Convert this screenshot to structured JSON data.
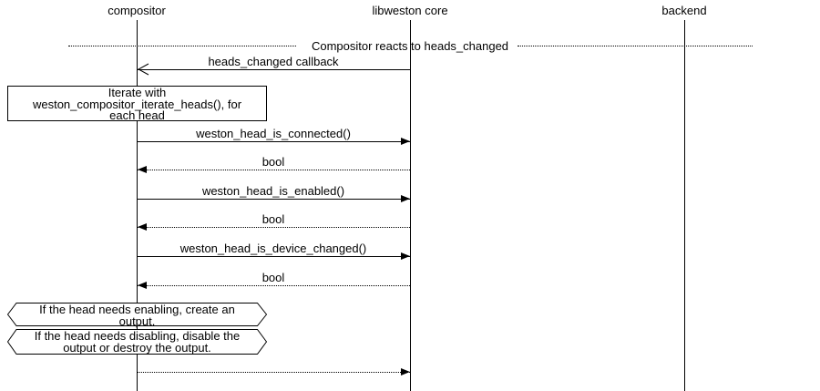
{
  "participants": [
    {
      "label": "compositor"
    },
    {
      "label": "libweston core"
    },
    {
      "label": "backend"
    }
  ],
  "divider": {
    "label": "Compositor reacts to heads_changed"
  },
  "messages": [
    {
      "label": "heads_changed callback",
      "from": "libweston core",
      "to": "compositor",
      "line": "solid",
      "arrow": "open"
    },
    {
      "label": "weston_head_is_connected()",
      "from": "compositor",
      "to": "libweston core",
      "line": "solid",
      "arrow": "filled"
    },
    {
      "label": "bool",
      "from": "libweston core",
      "to": "compositor",
      "line": "dotted",
      "arrow": "filled"
    },
    {
      "label": "weston_head_is_enabled()",
      "from": "compositor",
      "to": "libweston core",
      "line": "solid",
      "arrow": "filled"
    },
    {
      "label": "bool",
      "from": "libweston core",
      "to": "compositor",
      "line": "dotted",
      "arrow": "filled"
    },
    {
      "label": "weston_head_is_device_changed()",
      "from": "compositor",
      "to": "libweston core",
      "line": "solid",
      "arrow": "filled"
    },
    {
      "label": "bool",
      "from": "libweston core",
      "to": "compositor",
      "line": "dotted",
      "arrow": "filled"
    },
    {
      "label": "",
      "from": "compositor",
      "to": "libweston core",
      "line": "dotted",
      "arrow": "filled"
    }
  ],
  "note": {
    "lines": [
      "Iterate with",
      "weston_compositor_iterate_heads(), for",
      "each head"
    ]
  },
  "conditions": [
    {
      "lines": [
        "If the head needs enabling, create an",
        "output."
      ]
    },
    {
      "lines": [
        "If the head needs disabling, disable the",
        "output or destroy the output."
      ]
    }
  ],
  "colors": {
    "line": "#000000",
    "background": "#ffffff",
    "text": "#000000"
  }
}
